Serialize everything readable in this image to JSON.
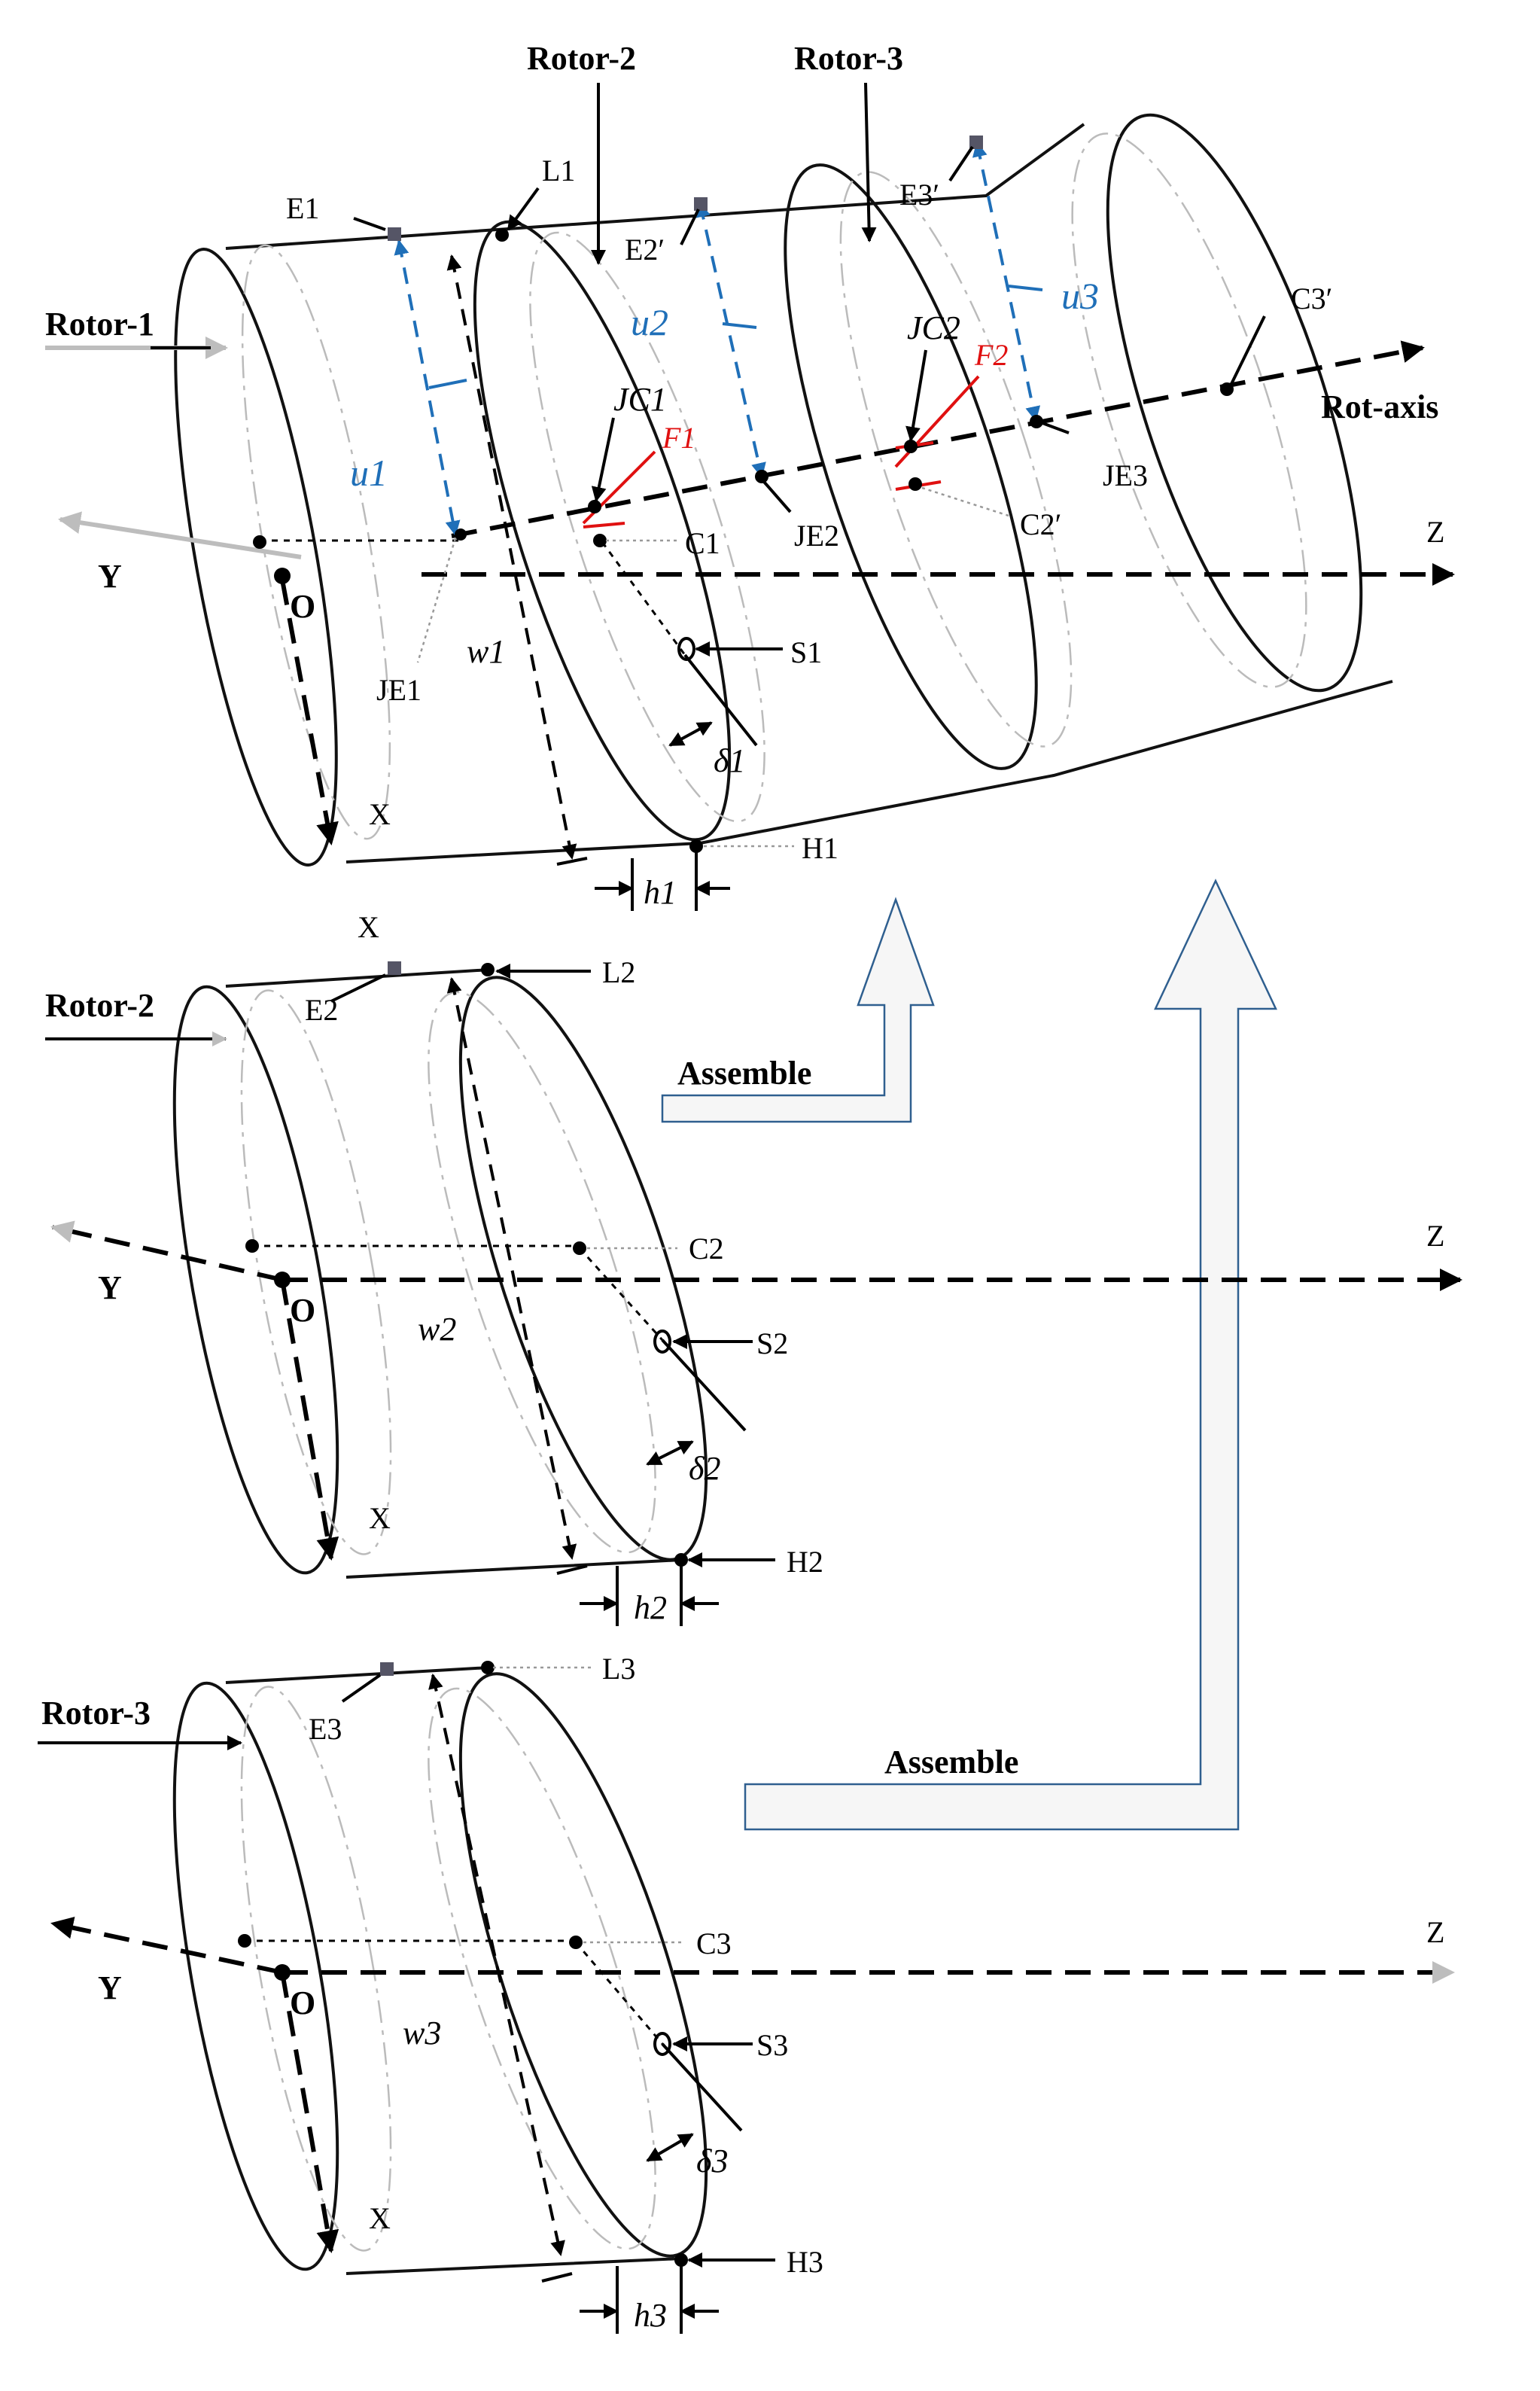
{
  "labels": {
    "rotor1": "Rotor-1",
    "rotor2": "Rotor-2",
    "rotor3": "Rotor-3",
    "rot_axis": "Rot-axis",
    "assemble": "Assemble",
    "x": "X",
    "y": "Y",
    "z": "Z",
    "o": "O"
  },
  "points": {
    "E1": "E1",
    "E2": "E2",
    "E3": "E3",
    "E2p": "E2′",
    "E3p": "E3′",
    "L1": "L1",
    "L2": "L2",
    "L3": "L3",
    "C1": "C1",
    "C2": "C2",
    "C3": "C3",
    "C2p": "C2′",
    "C3p": "C3′",
    "S1": "S1",
    "S2": "S2",
    "S3": "S3",
    "H1": "H1",
    "H2": "H2",
    "H3": "H3",
    "JE1": "JE1",
    "JE2": "JE2",
    "JE3": "JE3",
    "JC1": "JC1",
    "JC2": "JC2"
  },
  "parameters": {
    "u1": "u1",
    "u2": "u2",
    "u3": "u3",
    "F1": "F1",
    "F2": "F2",
    "w1": "w1",
    "w2": "w2",
    "w3": "w3",
    "h1": "h1",
    "h2": "h2",
    "h3": "h3",
    "d1": "δ1",
    "d2": "δ2",
    "d3": "δ3"
  },
  "colors": {
    "ink": "#000000",
    "eccentricity_blue": "#1f6fb8",
    "tilt_red": "#e01010",
    "arrow_outline": "#2f5f8f",
    "axis_grey": "#bdbdbd"
  }
}
